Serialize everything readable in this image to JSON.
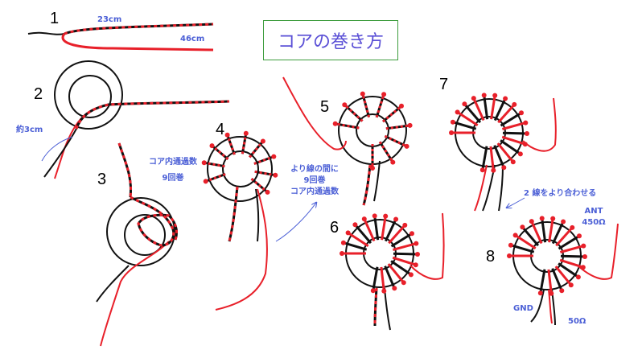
{
  "title": "コアの巻き方",
  "steps": [
    "1",
    "2",
    "3",
    "4",
    "5",
    "6",
    "7",
    "8"
  ],
  "labels": {
    "len_23": "23cm",
    "len_46": "46cm",
    "yaku3": "約3cm",
    "core_pass": [
      "コア内通過数",
      "9回巻"
    ],
    "twist_note": [
      "より線の間に",
      "9回巻",
      "コア内通過数"
    ],
    "twist_wires": "2 線をより合わせる",
    "ant": [
      "ANT",
      "450Ω"
    ],
    "gnd": "GND",
    "ohm50": "50Ω"
  },
  "colors": {
    "red": "#e8202a",
    "black": "#111111",
    "blue_text": "#4b5fd6",
    "title_text": "#5a4fd6",
    "title_border": "#3d9c3d",
    "arrow": "#4b5fd6"
  }
}
